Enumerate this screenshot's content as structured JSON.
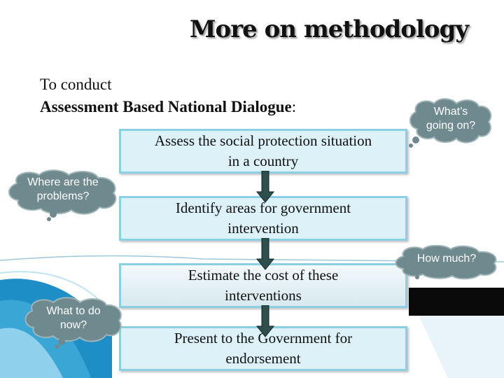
{
  "slide": {
    "title": "More on methodology",
    "intro_line1": "To conduct",
    "intro_line2_bold": "Assessment Based National Dialogue",
    "intro_line2_suffix": ":"
  },
  "steps": [
    {
      "line1": "Assess the social protection situation",
      "line2": "in a country"
    },
    {
      "line1": "Identify areas for government",
      "line2": "intervention"
    },
    {
      "line1": "Estimate the cost of these",
      "line2": "interventions"
    },
    {
      "line1": "Present to the Government for",
      "line2": "endorsement"
    }
  ],
  "callouts": {
    "whats_going_on": {
      "line1": "What’s",
      "line2": "going on?"
    },
    "where_problems": {
      "line1": "Where are the",
      "line2": "problems?"
    },
    "how_much": {
      "line1": "How much?"
    },
    "what_to_do": {
      "line1": "What to do",
      "line2": "now?"
    }
  },
  "icons": {
    "flow_arrow": "down-arrow-icon",
    "callout": "thought-cloud-icon"
  },
  "colors": {
    "step_fill": "#dcf1f8",
    "step_border": "#8ccfe3",
    "cloud_fill": "#6f8a8f",
    "arrow_fill": "#2f4f4f",
    "wave_blue": "#1e8fc6"
  }
}
